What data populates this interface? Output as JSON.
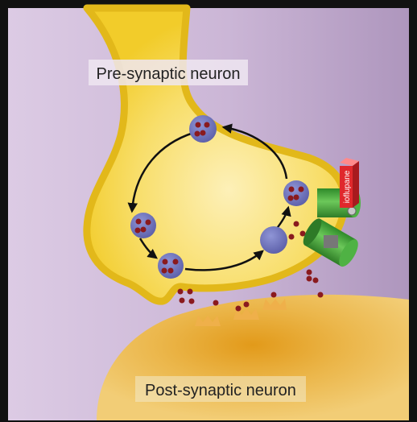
{
  "labels": {
    "pre_synaptic": "Pre-synaptic neuron",
    "post_synaptic": "Post-synaptic neuron",
    "drug": "ioflupane"
  },
  "colors": {
    "background_left": "#d9c8e2",
    "background_right": "#b39cc0",
    "presynaptic_fill": "#f7d84a",
    "presynaptic_outline": "#e2b81a",
    "postsynaptic_fill": "#efc25e",
    "postsynaptic_core": "#e0a020",
    "vesicle": "#6b6fb8",
    "vesicle_dot": "#8a1a1e",
    "transporter": "#3fa535",
    "drug_block": "#e0282c",
    "label_box": "#efe6f1"
  },
  "icons": {
    "vesicle": "vesicle-icon",
    "transporter": "dopamine-transporter-icon",
    "drug": "ioflupane-molecule-icon",
    "receptor": "receptor-icon"
  }
}
